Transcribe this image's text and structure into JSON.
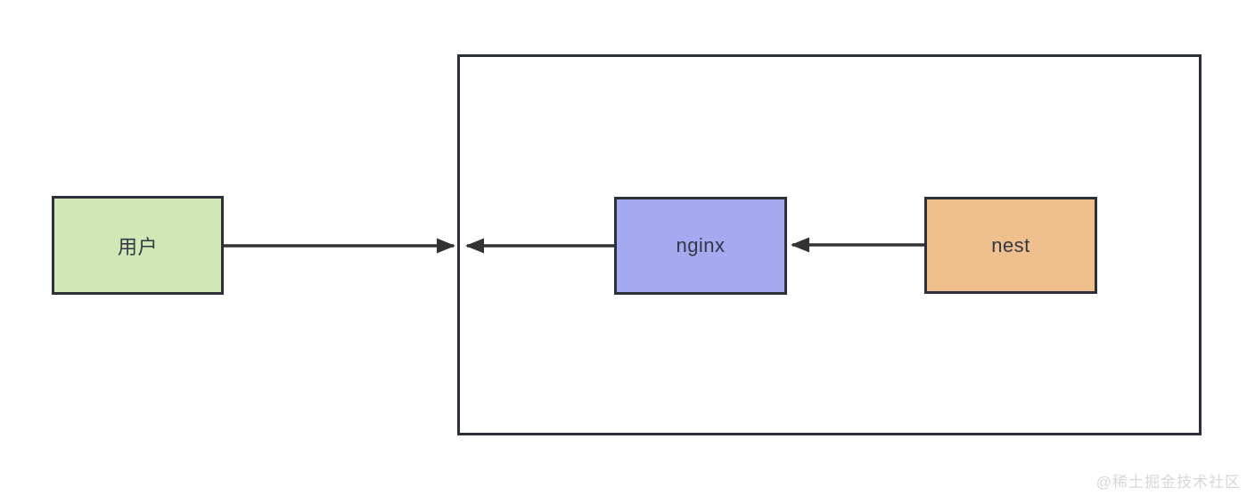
{
  "diagram": {
    "nodes": {
      "user": {
        "label": "用户",
        "fill": "#cfe8b6"
      },
      "nginx": {
        "label": "nginx",
        "fill": "#a5a9ef"
      },
      "nest": {
        "label": "nest",
        "fill": "#efbf8d"
      }
    },
    "boundary": {
      "description": "server-boundary"
    },
    "edges": [
      {
        "from": "user",
        "to": "server-boundary"
      },
      {
        "from": "nginx",
        "to": "server-boundary"
      },
      {
        "from": "nest",
        "to": "nginx"
      }
    ],
    "colors": {
      "node_border": "#2b303b",
      "boundary_border": "#2b303b",
      "arrow": "#333333",
      "label_text": "#333846",
      "watermark_text": "#d8d8d8"
    }
  },
  "watermark": {
    "text": "@稀土掘金技术社区"
  }
}
